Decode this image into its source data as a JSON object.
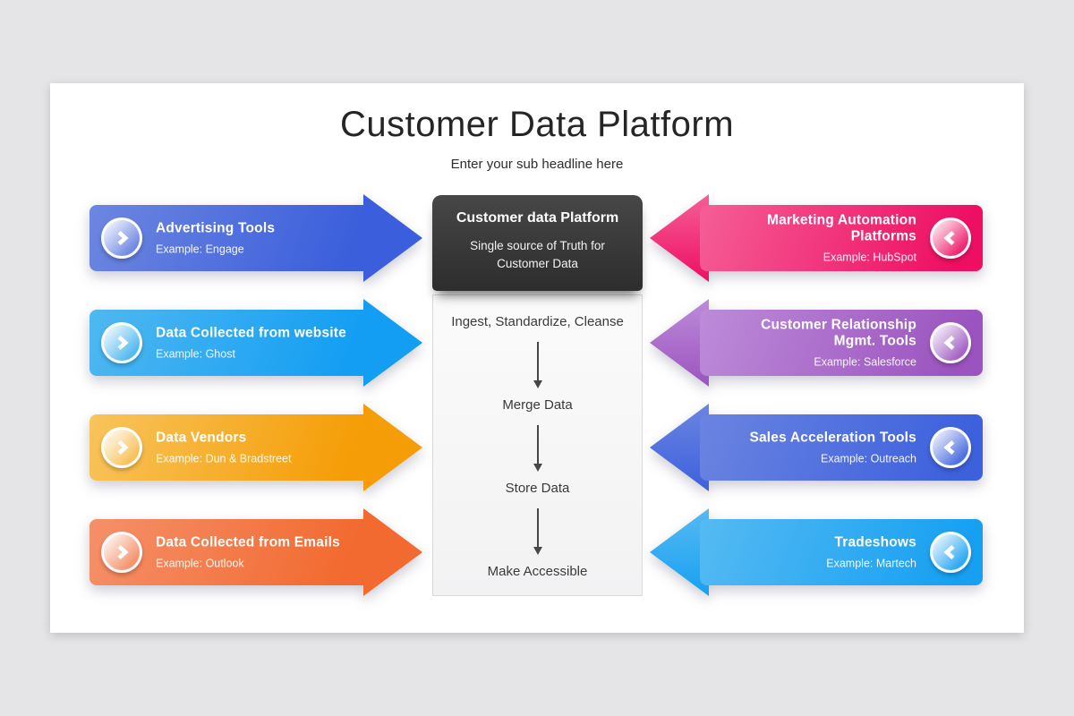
{
  "header": {
    "title": "Customer Data Platform",
    "subtitle": "Enter your sub headline here"
  },
  "left_arrows": [
    {
      "title": "Advertising Tools",
      "example": "Example: Engage",
      "colors": {
        "start": "#6d86e0",
        "end": "#3b5fdc"
      }
    },
    {
      "title": "Data Collected from website",
      "example": "Example: Ghost",
      "colors": {
        "start": "#4fb8f0",
        "end": "#149ef3"
      }
    },
    {
      "title": "Data Vendors",
      "example": "Example: Dun & Bradstreet",
      "colors": {
        "start": "#f8c45c",
        "end": "#f59d06"
      }
    },
    {
      "title": "Data Collected from Emails",
      "example": "Example: Outlook",
      "colors": {
        "start": "#f5906a",
        "end": "#f26a2f"
      }
    }
  ],
  "right_arrows": [
    {
      "title": "Marketing Automation Platforms",
      "example": "Example: HubSpot",
      "colors": {
        "start": "#f55e96",
        "end": "#ee0f63"
      }
    },
    {
      "title": "Customer Relationship Mgmt. Tools",
      "example": "Example: Salesforce",
      "colors": {
        "start": "#bd8bd9",
        "end": "#9b54bf"
      }
    },
    {
      "title": "Sales Acceleration Tools",
      "example": "Example: Outreach",
      "colors": {
        "start": "#6b84e1",
        "end": "#3d61dd"
      }
    },
    {
      "title": "Tradeshows",
      "example": "Example: Martech",
      "colors": {
        "start": "#55baf2",
        "end": "#17a0f2"
      }
    }
  ],
  "center": {
    "box": {
      "title": "Customer data Platform",
      "subtitle": "Single source of Truth for Customer Data"
    },
    "flow": {
      "steps": [
        "Ingest, Standardize, Cleanse",
        "Merge Data",
        "Store Data",
        "Make Accessible"
      ]
    }
  },
  "colors": {
    "page_background": "#e5e4e6",
    "slide_background": "#ffffff",
    "dark_box": "#3a3a3a",
    "flow_text": "#3a3a3a"
  }
}
